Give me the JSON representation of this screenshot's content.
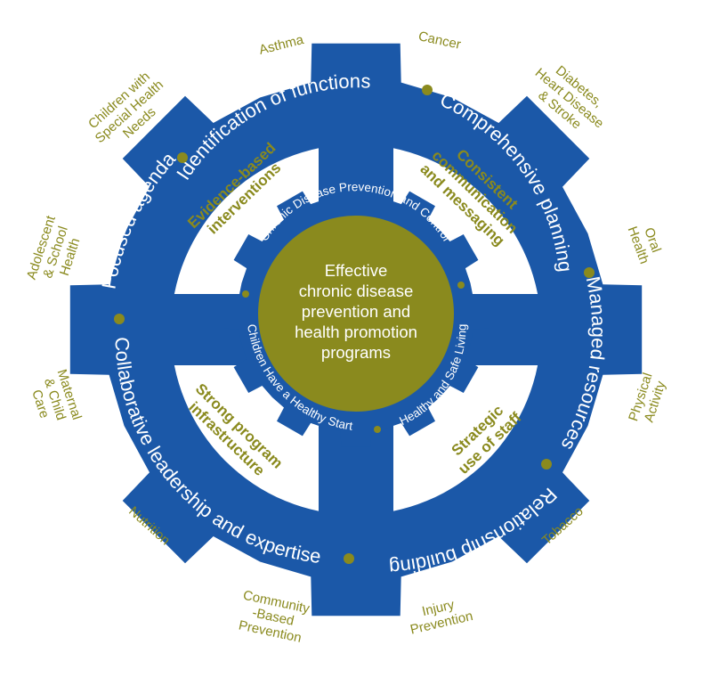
{
  "colors": {
    "gear_blue": "#1b58a8",
    "olive": "#8a8a1e",
    "white": "#ffffff"
  },
  "center": {
    "lines": [
      "Effective",
      "chronic disease",
      "prevention and",
      "health promotion",
      "programs"
    ]
  },
  "inner_ring": {
    "top": "Chronic Disease Prevention and Control",
    "bottom_left": "Children Have a Healthy Start",
    "bottom_right": "Healthy and Safe Living"
  },
  "outer_ring": {
    "top": "Identification of functions",
    "upper_right": "Comprehensive planning",
    "right": "Managed resources",
    "lower_right": "Relationship building",
    "bottom": "Collaborative leadership and expertise",
    "upper_left": "Focused agenda"
  },
  "quadrants": {
    "top_left": [
      "Evidence-based",
      "interventions"
    ],
    "top_right": [
      "Consistent",
      "communication",
      "and messaging"
    ],
    "bottom_left": [
      "Strong program",
      "infrastructure"
    ],
    "bottom_right": [
      "Strategic",
      "use of staff"
    ]
  },
  "outer_labels": {
    "asthma": [
      "Asthma"
    ],
    "cancer": [
      "Cancer"
    ],
    "diabetes": [
      "Diabetes,",
      "Heart Disease",
      "& Stroke"
    ],
    "oral_health": [
      "Oral",
      "Health"
    ],
    "physical_activity": [
      "Physical",
      "Activity"
    ],
    "tobacco": [
      "Tobacco"
    ],
    "injury_prevention": [
      "Injury",
      "Prevention"
    ],
    "community": [
      "Community",
      "-Based",
      "Prevention"
    ],
    "nutrition": [
      "Nutrition"
    ],
    "maternal": [
      "Maternal",
      "& Child",
      "Care"
    ],
    "adolescent": [
      "Adolescent",
      "& School",
      "Health"
    ],
    "children_special": [
      "Children with",
      "Special Health",
      "Needs"
    ]
  }
}
